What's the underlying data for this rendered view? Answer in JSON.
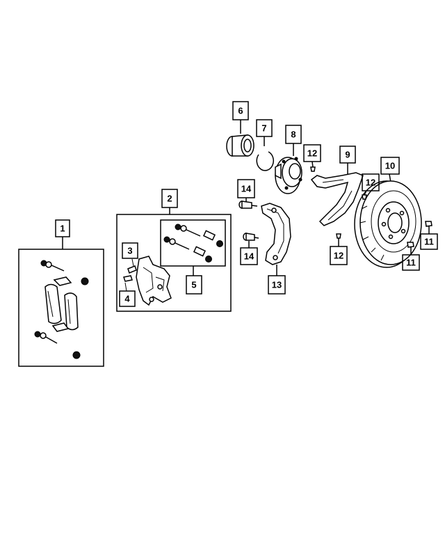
{
  "callouts": {
    "c1": "1",
    "c2": "2",
    "c3": "3",
    "c4": "4",
    "c5": "5",
    "c6": "6",
    "c7": "7",
    "c8": "8",
    "c9": "9",
    "c10": "10",
    "c11a": "11",
    "c11b": "11",
    "c12a": "12",
    "c12b": "12",
    "c12c": "12",
    "c13": "13",
    "c14a": "14",
    "c14b": "14"
  }
}
